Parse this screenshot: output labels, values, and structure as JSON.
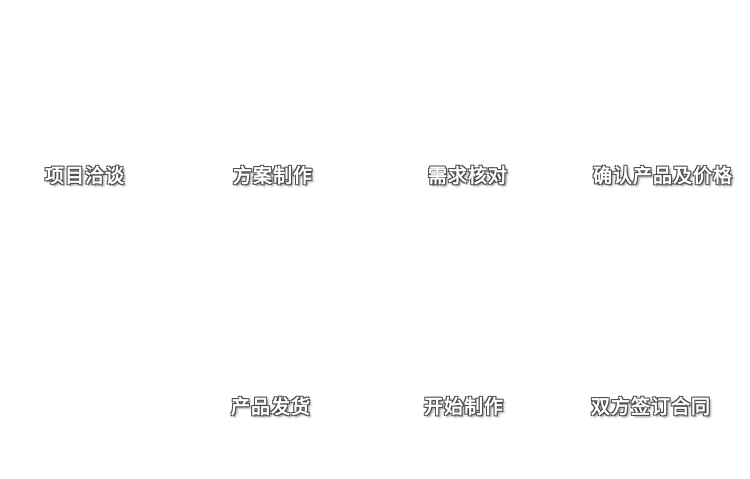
{
  "diagram": {
    "description": "process-flow",
    "steps": {
      "project_negotiation": "项目洽谈",
      "proposal_creation": "方案制作",
      "requirement_check": "需求核对",
      "confirm_product_price": "确认产品及价格",
      "product_shipping": "产品发货",
      "start_production": "开始制作",
      "sign_contract": "双方签订合同"
    }
  }
}
